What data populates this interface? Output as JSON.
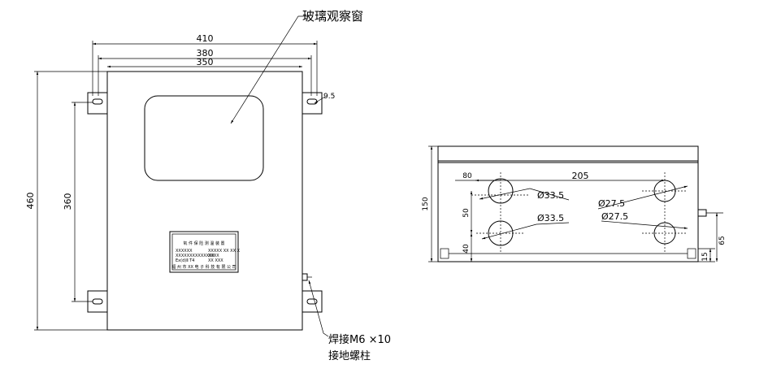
{
  "labels": {
    "glass_window": "玻璃观察窗",
    "weld_line1": "焊接M6 ×10",
    "weld_line2": "接地螺柱",
    "hole_dia": "9.5"
  },
  "front_view": {
    "dim_410": "410",
    "dim_380": "380",
    "dim_350": "350",
    "dim_460": "460",
    "dim_360": "360"
  },
  "nameplate": {
    "title": "氧 件 保 险 测 温 装 置",
    "row1_left": "XXXXXX",
    "row1_right": "XXXXX XX XX X",
    "row2_left": "XXXXXXXXXXXXXX",
    "row2_right": "XXXX",
    "row3_left": "Ex(d)Ⅱ T4",
    "row3_right": "XX XXX",
    "footer": "福 州 市 XX 电 子 科 技 有 限 公 司"
  },
  "side_view": {
    "dim_205": "205",
    "dim_80": "80",
    "dim_150": "150",
    "dim_50": "50",
    "dim_40": "40",
    "dim_65": "65",
    "dim_15": "15",
    "hole_a": "Ø33.5",
    "hole_b": "Ø33.5",
    "hole_c": "Ø27.5",
    "hole_d": "Ø27.5"
  }
}
